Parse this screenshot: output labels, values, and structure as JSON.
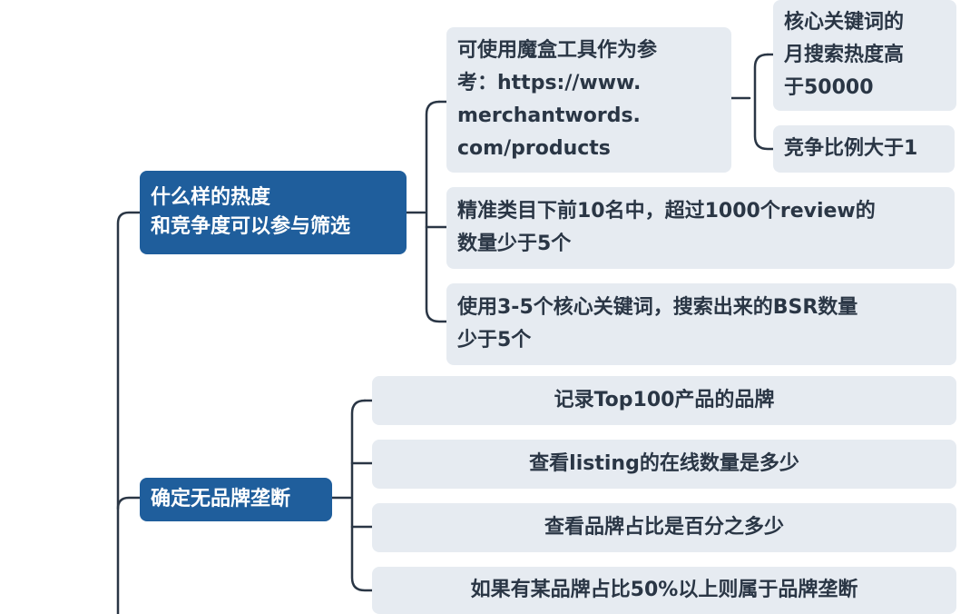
{
  "branches": [
    {
      "label": "什么样的热度\n和竞争度可以参与筛选",
      "children": [
        {
          "label": "可使用魔盒工具作为参\n考：https://www.\nmerchantwords.\ncom/products",
          "children": [
            {
              "label": "核心关键词的\n月搜索热度高\n于50000"
            },
            {
              "label": "竞争比例大于1"
            }
          ]
        },
        {
          "label": "精准类目下前10名中，超过1000个review的\n数量少于5个"
        },
        {
          "label": "使用3-5个核心关键词，搜索出来的BSR数量\n少于5个"
        }
      ]
    },
    {
      "label": "确定无品牌垄断",
      "children": [
        {
          "label": "记录Top100产品的品牌"
        },
        {
          "label": "查看listing的在线数量是多少"
        },
        {
          "label": "查看品牌占比是百分之多少"
        },
        {
          "label": "如果有某品牌占比50%以上则属于品牌垄断"
        }
      ]
    }
  ],
  "colors": {
    "branch_fill": "#1f5e9c",
    "leaf_fill": "#e6ebf1",
    "text": "#2a3645",
    "connector": "#2a3645"
  }
}
